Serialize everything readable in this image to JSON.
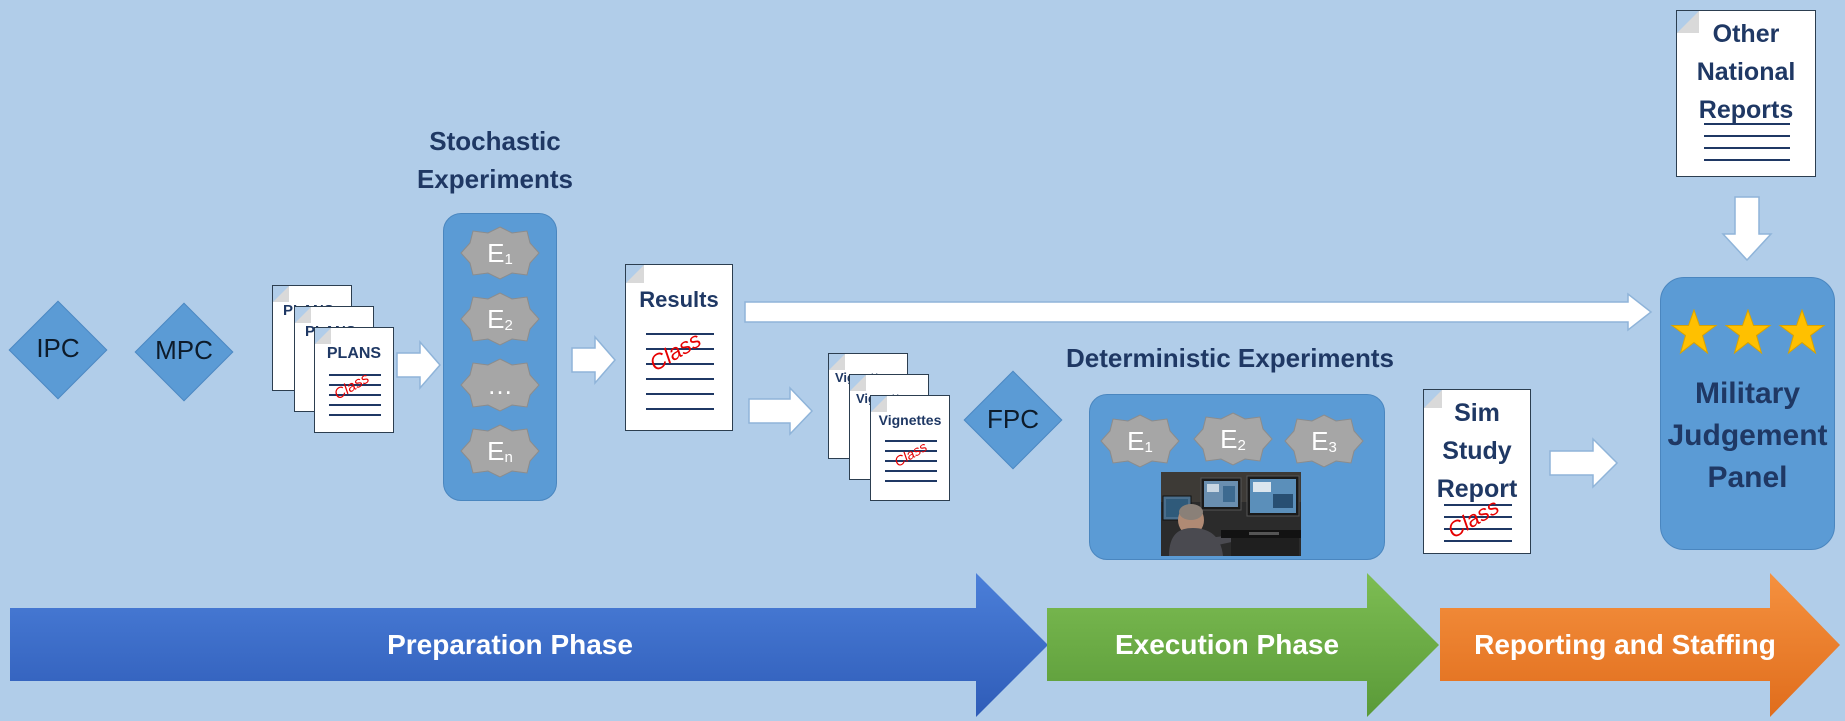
{
  "nodes": {
    "ipc": "IPC",
    "mpc": "MPC",
    "fpc": "FPC"
  },
  "stochastic": {
    "heading_line1": "Stochastic",
    "heading_line2": "Experiments",
    "experiments": [
      "E",
      "E",
      "…",
      "E"
    ],
    "subscripts": [
      "1",
      "2",
      "",
      "n"
    ]
  },
  "deterministic": {
    "heading": "Deterministic Experiments",
    "experiments": [
      "E",
      "E",
      "E"
    ],
    "subscripts": [
      "1",
      "2",
      "3"
    ]
  },
  "documents": {
    "plans_back1": "PLANS",
    "plans_back2": "PLANS",
    "plans_front": "PLANS",
    "results": "Results",
    "vignettes_back1": "Vignettes",
    "vignettes_back2": "Vignettes",
    "vignettes_front": "Vignettes",
    "sim_line1": "Sim",
    "sim_line2": "Study",
    "sim_line3": "Report",
    "other_line1": "Other",
    "other_line2": "National",
    "other_line3": "Reports",
    "stamp": "Class"
  },
  "panel": {
    "line1": "Military",
    "line2": "Judgement",
    "line3": "Panel",
    "stars": 3
  },
  "phases": {
    "preparation": "Preparation Phase",
    "execution": "Execution Phase",
    "reporting": "Reporting and Staffing"
  },
  "colors": {
    "background": "#b1cde9",
    "shape_blue": "#5b9bd5",
    "preparation": "#3a6cc9",
    "execution": "#6aad45",
    "reporting": "#f07d2a",
    "star": "#ffc000",
    "stamp": "#e60000"
  },
  "icons": {
    "operator": "computer-operator-photo"
  }
}
